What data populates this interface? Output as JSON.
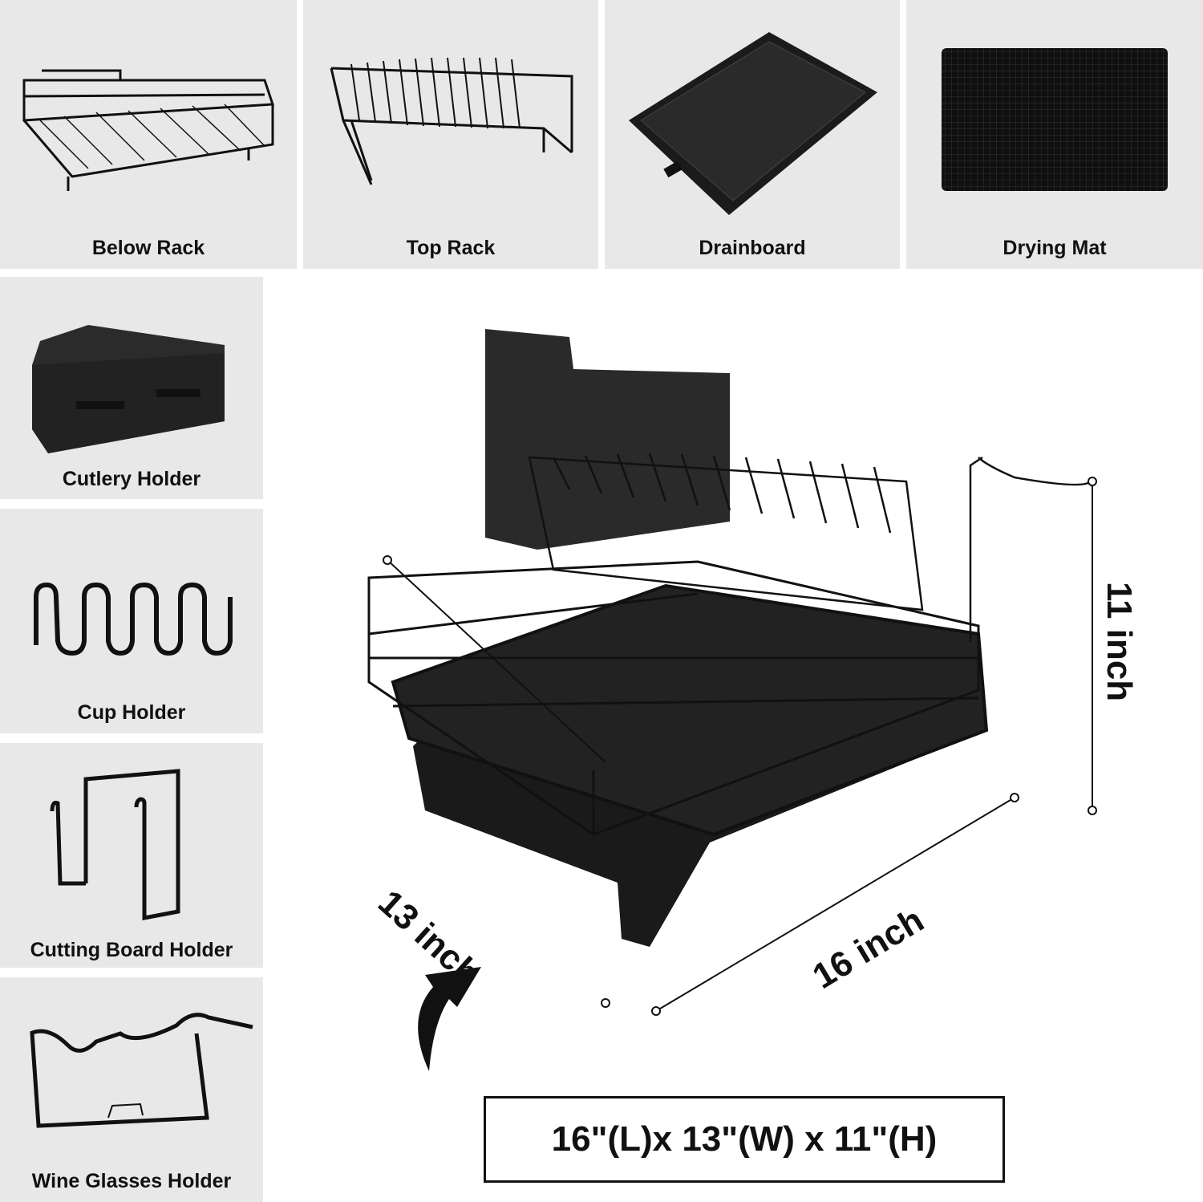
{
  "components": [
    {
      "label": "Below Rack",
      "icon": "below-rack"
    },
    {
      "label": "Top Rack",
      "icon": "top-rack"
    },
    {
      "label": "Drainboard",
      "icon": "drainboard"
    },
    {
      "label": "Drying Mat",
      "icon": "drying-mat"
    },
    {
      "label": "Cutlery Holder",
      "icon": "cutlery-holder"
    },
    {
      "label": "Cup Holder",
      "icon": "cup-holder"
    },
    {
      "label": "Cutting Board Holder",
      "icon": "cutting-board-holder"
    },
    {
      "label": "Wine Glasses Holder",
      "icon": "wine-glasses-holder"
    }
  ],
  "dimensions": {
    "width": "13 inch",
    "length": "16 inch",
    "height": "11 inch",
    "summary": "16\"(L)x 13\"(W) x 11\"(H)"
  }
}
